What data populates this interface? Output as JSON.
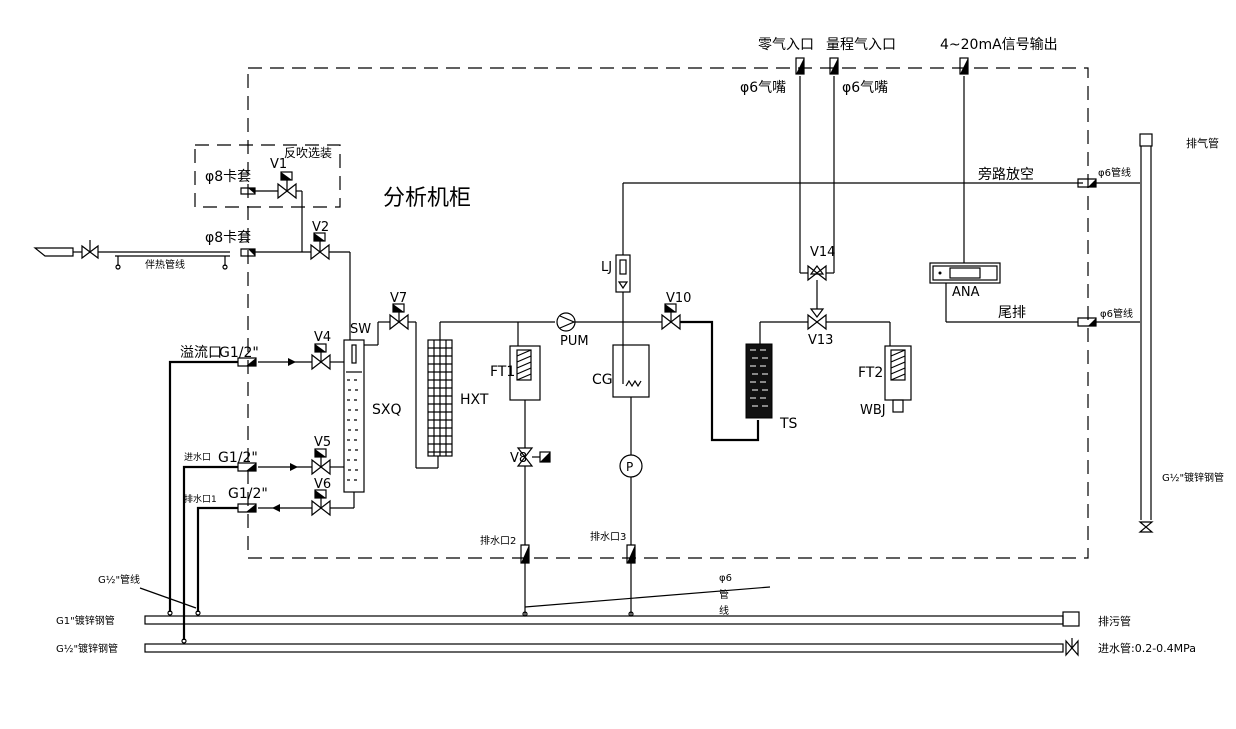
{
  "labels": {
    "cabinet": "分析机柜",
    "backflush_optional": "反吹选装",
    "ferrule_top": "φ8卡套",
    "ferrule_2": "φ8卡套",
    "heat_tracing": "伴热管线",
    "v1": "V1",
    "v2": "V2",
    "v4": "V4",
    "v5": "V5",
    "v6": "V6",
    "v7": "V7",
    "v8": "V8",
    "v10": "V10",
    "v13": "V13",
    "v14": "V14",
    "sw": "SW",
    "sxq": "SXQ",
    "hxt": "HXT",
    "ft1": "FT1",
    "pum": "PUM",
    "cg": "CG",
    "p": "P",
    "ts": "TS",
    "ft2": "FT2",
    "wbj": "WBJ",
    "lj": "LJ",
    "ana": "ANA",
    "overflow": "溢流口",
    "g12_overflow": "G1/2\"",
    "water_in": "进水口",
    "g12_in": "G1/2\"",
    "drain1": "排水口1",
    "g12_drain": "G1/2\"",
    "drain2": "排水口2",
    "drain3": "排水口3",
    "zero_gas_in": "零气入口",
    "span_gas_in": "量程气入口",
    "signal_out": "4~20mA信号输出",
    "nozzle_left": "φ6气嘴",
    "nozzle_right": "φ6气嘴",
    "bypass_vent": "旁路放空",
    "tail_exhaust": "尾排",
    "pipe6_top": "φ6管线",
    "pipe6_mid": "φ6管线",
    "exhaust_pipe": "排气管",
    "galv_half_right": "G½\"镀锌钢管",
    "pipe_half_line": "G½\"管线",
    "phi6_v1": "φ6",
    "phi6_v2": "管",
    "phi6_v3": "线",
    "galv_1in": "G1\"镀锌钢管",
    "galv_half_left": "G½\"镀锌钢管",
    "sewage_pipe": "排污管",
    "water_inlet_pipe": "进水管:0.2-0.4MPa"
  }
}
